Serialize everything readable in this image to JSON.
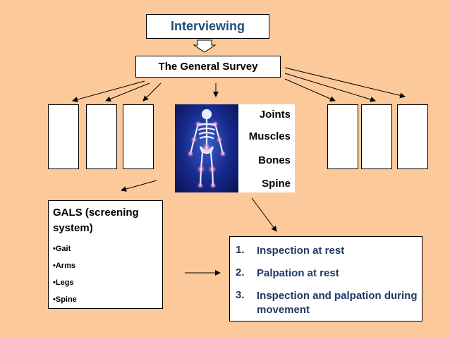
{
  "title": "Interviewing",
  "survey": "The General Survey",
  "body_parts": [
    "Joints",
    "Muscles",
    "Bones",
    "Spine"
  ],
  "gals": {
    "title": "GALS (screening system)",
    "items": [
      "•Gait",
      "•Arms",
      "•Legs",
      "•Spine"
    ]
  },
  "exam": {
    "items": [
      {
        "num": "1.",
        "text": "Inspection at rest"
      },
      {
        "num": "2.",
        "text": "Palpation at rest"
      },
      {
        "num": "3.",
        "text": "Inspection and palpation during movement"
      }
    ]
  },
  "colors": {
    "background": "#FCC99B",
    "title_text": "#1F4E79",
    "exam_text": "#1F3864",
    "skeleton_glow": "#3B5EC9"
  }
}
